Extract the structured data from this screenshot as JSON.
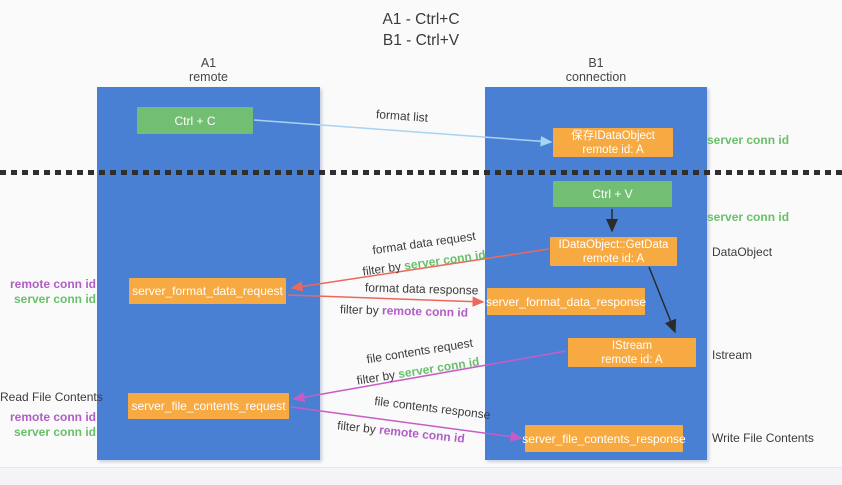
{
  "title": {
    "line1": "A1 - Ctrl+C",
    "line2": "B1 - Ctrl+V"
  },
  "columns": {
    "a": {
      "id": "A1",
      "role": "remote"
    },
    "b": {
      "id": "B1",
      "role": "connection"
    }
  },
  "nodes": {
    "ctrl_c": {
      "label": "Ctrl + C"
    },
    "ctrl_v": {
      "label": "Ctrl + V"
    },
    "save_idataobject": {
      "line1": "保存IDataObject",
      "line2": "remote id: A"
    },
    "getdata": {
      "line1": "IDataObject::GetData",
      "line2": "remote id: A"
    },
    "istream": {
      "line1": "IStream",
      "line2": "remote id: A"
    },
    "format_request": {
      "label": "server_format_data_request"
    },
    "format_response": {
      "label": "server_format_data_response"
    },
    "file_request": {
      "label": "server_file_contents_request"
    },
    "file_response": {
      "label": "server_file_contents_response"
    }
  },
  "edges": {
    "format_list": {
      "label": "format list"
    },
    "format_data_request": {
      "label": "format data request",
      "filter_prefix": "filter by",
      "filter_key": "server conn id"
    },
    "format_data_response": {
      "label": "format data response",
      "filter_prefix": "filter by",
      "filter_key": "remote conn id"
    },
    "file_contents_request": {
      "label": "file contents request",
      "filter_prefix": "filter by",
      "filter_key": "server conn id"
    },
    "file_contents_response": {
      "label": "file contents response",
      "filter_prefix": "filter by",
      "filter_key": "remote conn id"
    }
  },
  "side_labels": {
    "right_server_conn_top": "server conn id",
    "right_server_conn_mid": "server conn id",
    "right_dataobject": "DataObject",
    "right_istream": "Istream",
    "right_write_file": "Write File Contents",
    "left_remote_conn_top": "remote conn id",
    "left_server_conn_top": "server conn id",
    "left_read_file": "Read File Contents",
    "left_remote_conn_bottom": "remote conn id",
    "left_server_conn_bottom": "server conn id"
  },
  "colors": {
    "column_blue": "#4a80d4",
    "box_green": "#72bf74",
    "box_orange": "#f7a942",
    "arrow_lightblue": "#a9d3f2",
    "arrow_red": "#ed685c",
    "arrow_magenta": "#c85cc6",
    "arrow_black": "#2b2b2b",
    "label_green": "#6abf6b",
    "label_purple": "#b05ec6"
  }
}
